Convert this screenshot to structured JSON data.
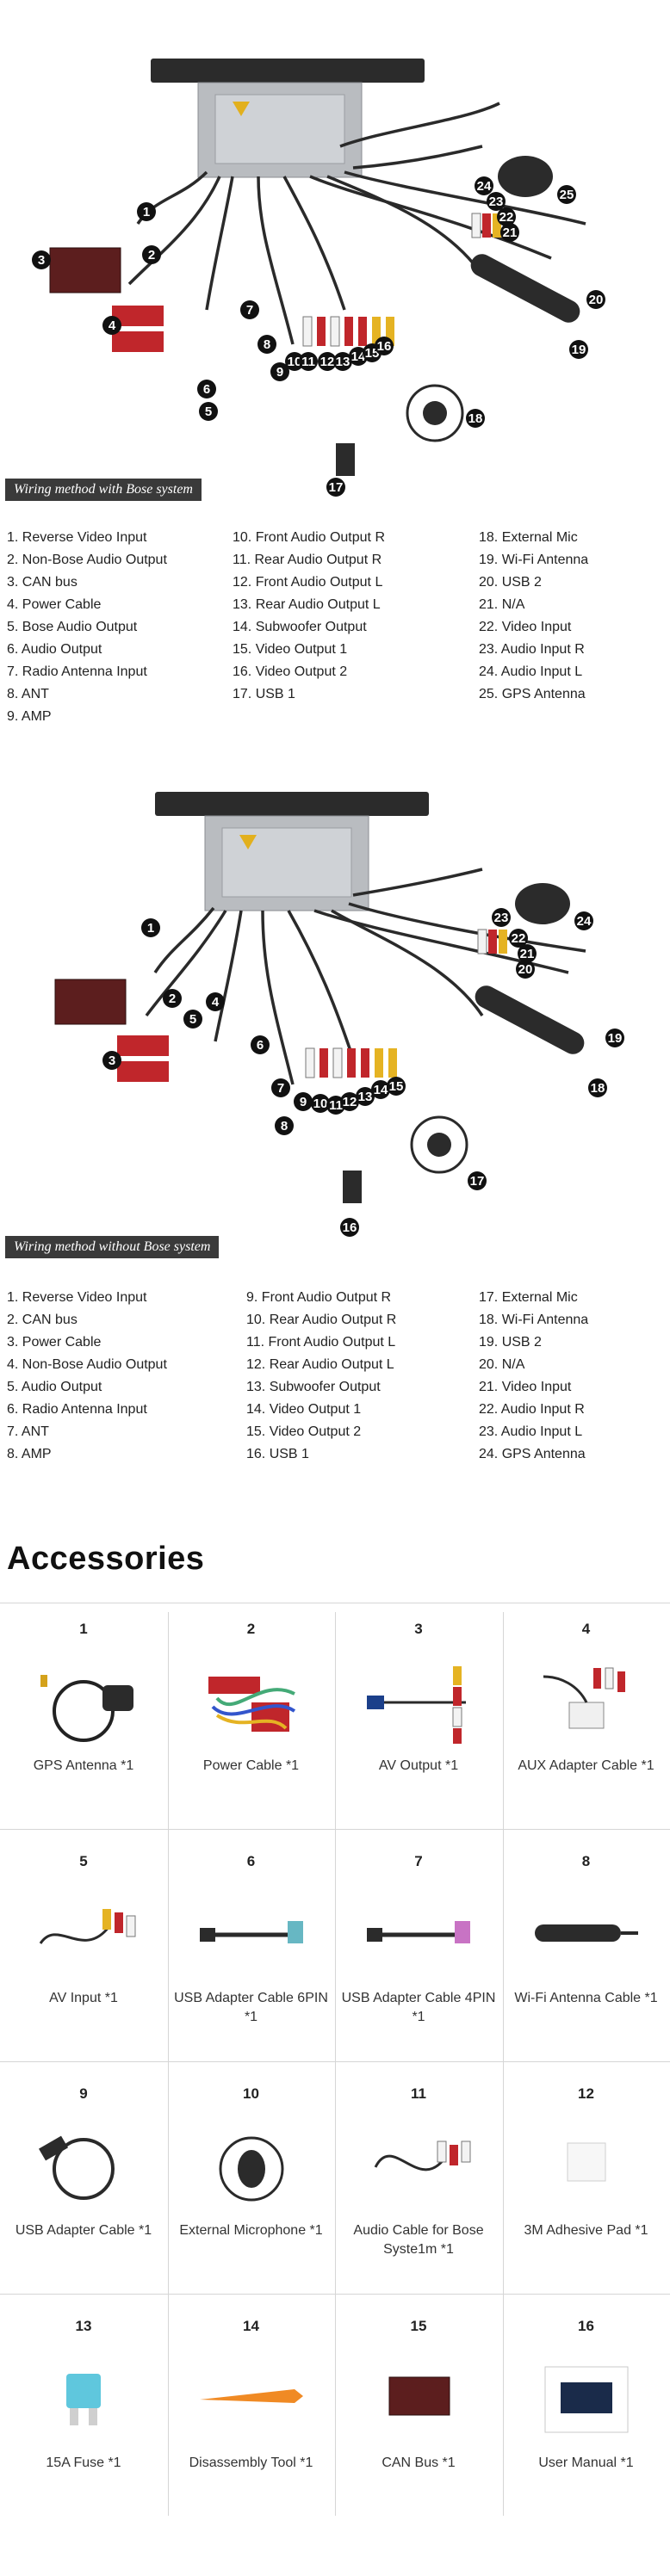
{
  "diagram1": {
    "label": "Wiring method with Bose system",
    "callouts": [
      "1",
      "2",
      "3",
      "4",
      "5",
      "6",
      "7",
      "8",
      "9",
      "10",
      "11",
      "12",
      "13",
      "14",
      "15",
      "16",
      "17",
      "18",
      "19",
      "20",
      "21",
      "22",
      "23",
      "24",
      "25"
    ],
    "legend_col1": [
      "1. Reverse Video Input",
      "2. Non-Bose Audio Output",
      "3. CAN bus",
      "4. Power Cable",
      "5. Bose Audio Output",
      "6. Audio Output",
      "7. Radio Antenna Input",
      "8. ANT",
      "9. AMP"
    ],
    "legend_col2": [
      "10. Front Audio Output R",
      "11. Rear Audio Output R",
      "12. Front Audio Output L",
      "13. Rear Audio Output L",
      "14. Subwoofer Output",
      "15. Video Output 1",
      "16. Video Output 2",
      "17. USB 1"
    ],
    "legend_col3": [
      "18. External Mic",
      "19. Wi-Fi Antenna",
      "20. USB 2",
      "21. N/A",
      "22. Video Input",
      "23. Audio Input R",
      "24. Audio Input L",
      "25. GPS Antenna"
    ]
  },
  "diagram2": {
    "label": "Wiring method without Bose system",
    "callouts": [
      "1",
      "2",
      "3",
      "4",
      "5",
      "6",
      "7",
      "8",
      "9",
      "10",
      "11",
      "12",
      "13",
      "14",
      "15",
      "16",
      "17",
      "18",
      "19",
      "20",
      "21",
      "22",
      "23",
      "24"
    ],
    "legend_col1": [
      "1. Reverse Video Input",
      "2. CAN bus",
      "3. Power Cable",
      "4. Non-Bose Audio Output",
      "5. Audio Output",
      "6. Radio Antenna Input",
      "7. ANT",
      "8. AMP"
    ],
    "legend_col2": [
      "9. Front Audio Output R",
      "10. Rear Audio Output R",
      "11. Front Audio Output L",
      "12. Rear Audio Output L",
      "13. Subwoofer Output",
      "14. Video Output 1",
      "15. Video Output 2",
      "16. USB 1"
    ],
    "legend_col3": [
      "17. External Mic",
      "18. Wi-Fi Antenna",
      "19. USB 2",
      "20. N/A",
      "21. Video Input",
      "22. Audio Input R",
      "23. Audio Input L",
      "24. GPS Antenna"
    ]
  },
  "accessories": {
    "title": "Accessories",
    "items": [
      {
        "num": "1",
        "label": "GPS Antenna *1",
        "icon": "gps-antenna"
      },
      {
        "num": "2",
        "label": "Power Cable *1",
        "icon": "power-cable"
      },
      {
        "num": "3",
        "label": "AV Output *1",
        "icon": "av-output"
      },
      {
        "num": "4",
        "label": "AUX Adapter Cable *1",
        "icon": "aux-adapter"
      },
      {
        "num": "5",
        "label": "AV Input *1",
        "icon": "av-input"
      },
      {
        "num": "6",
        "label": "USB Adapter Cable 6PIN *1",
        "icon": "usb-6pin"
      },
      {
        "num": "7",
        "label": "USB Adapter Cable 4PIN *1",
        "icon": "usb-4pin"
      },
      {
        "num": "8",
        "label": "Wi-Fi Antenna Cable *1",
        "icon": "wifi-antenna"
      },
      {
        "num": "9",
        "label": "USB Adapter Cable *1",
        "icon": "usb-adapter"
      },
      {
        "num": "10",
        "label": "External Microphone *1",
        "icon": "microphone"
      },
      {
        "num": "11",
        "label": "Audio Cable for Bose Syste1m *1",
        "icon": "audio-cable"
      },
      {
        "num": "12",
        "label": "3M Adhesive Pad *1",
        "icon": "adhesive-pad"
      },
      {
        "num": "13",
        "label": "15A Fuse *1",
        "icon": "fuse"
      },
      {
        "num": "14",
        "label": "Disassembly Tool *1",
        "icon": "disassembly-tool"
      },
      {
        "num": "15",
        "label": "CAN Bus *1",
        "icon": "can-bus"
      },
      {
        "num": "16",
        "label": "User Manual *1",
        "icon": "user-manual"
      }
    ]
  },
  "colors": {
    "label_bg": "#3a3a3a",
    "callout": "#111111",
    "connector_red": "#c0262b",
    "connector_yellow": "#e5b323",
    "connector_white": "#f3f3f3",
    "cable": "#2a2a2a"
  }
}
